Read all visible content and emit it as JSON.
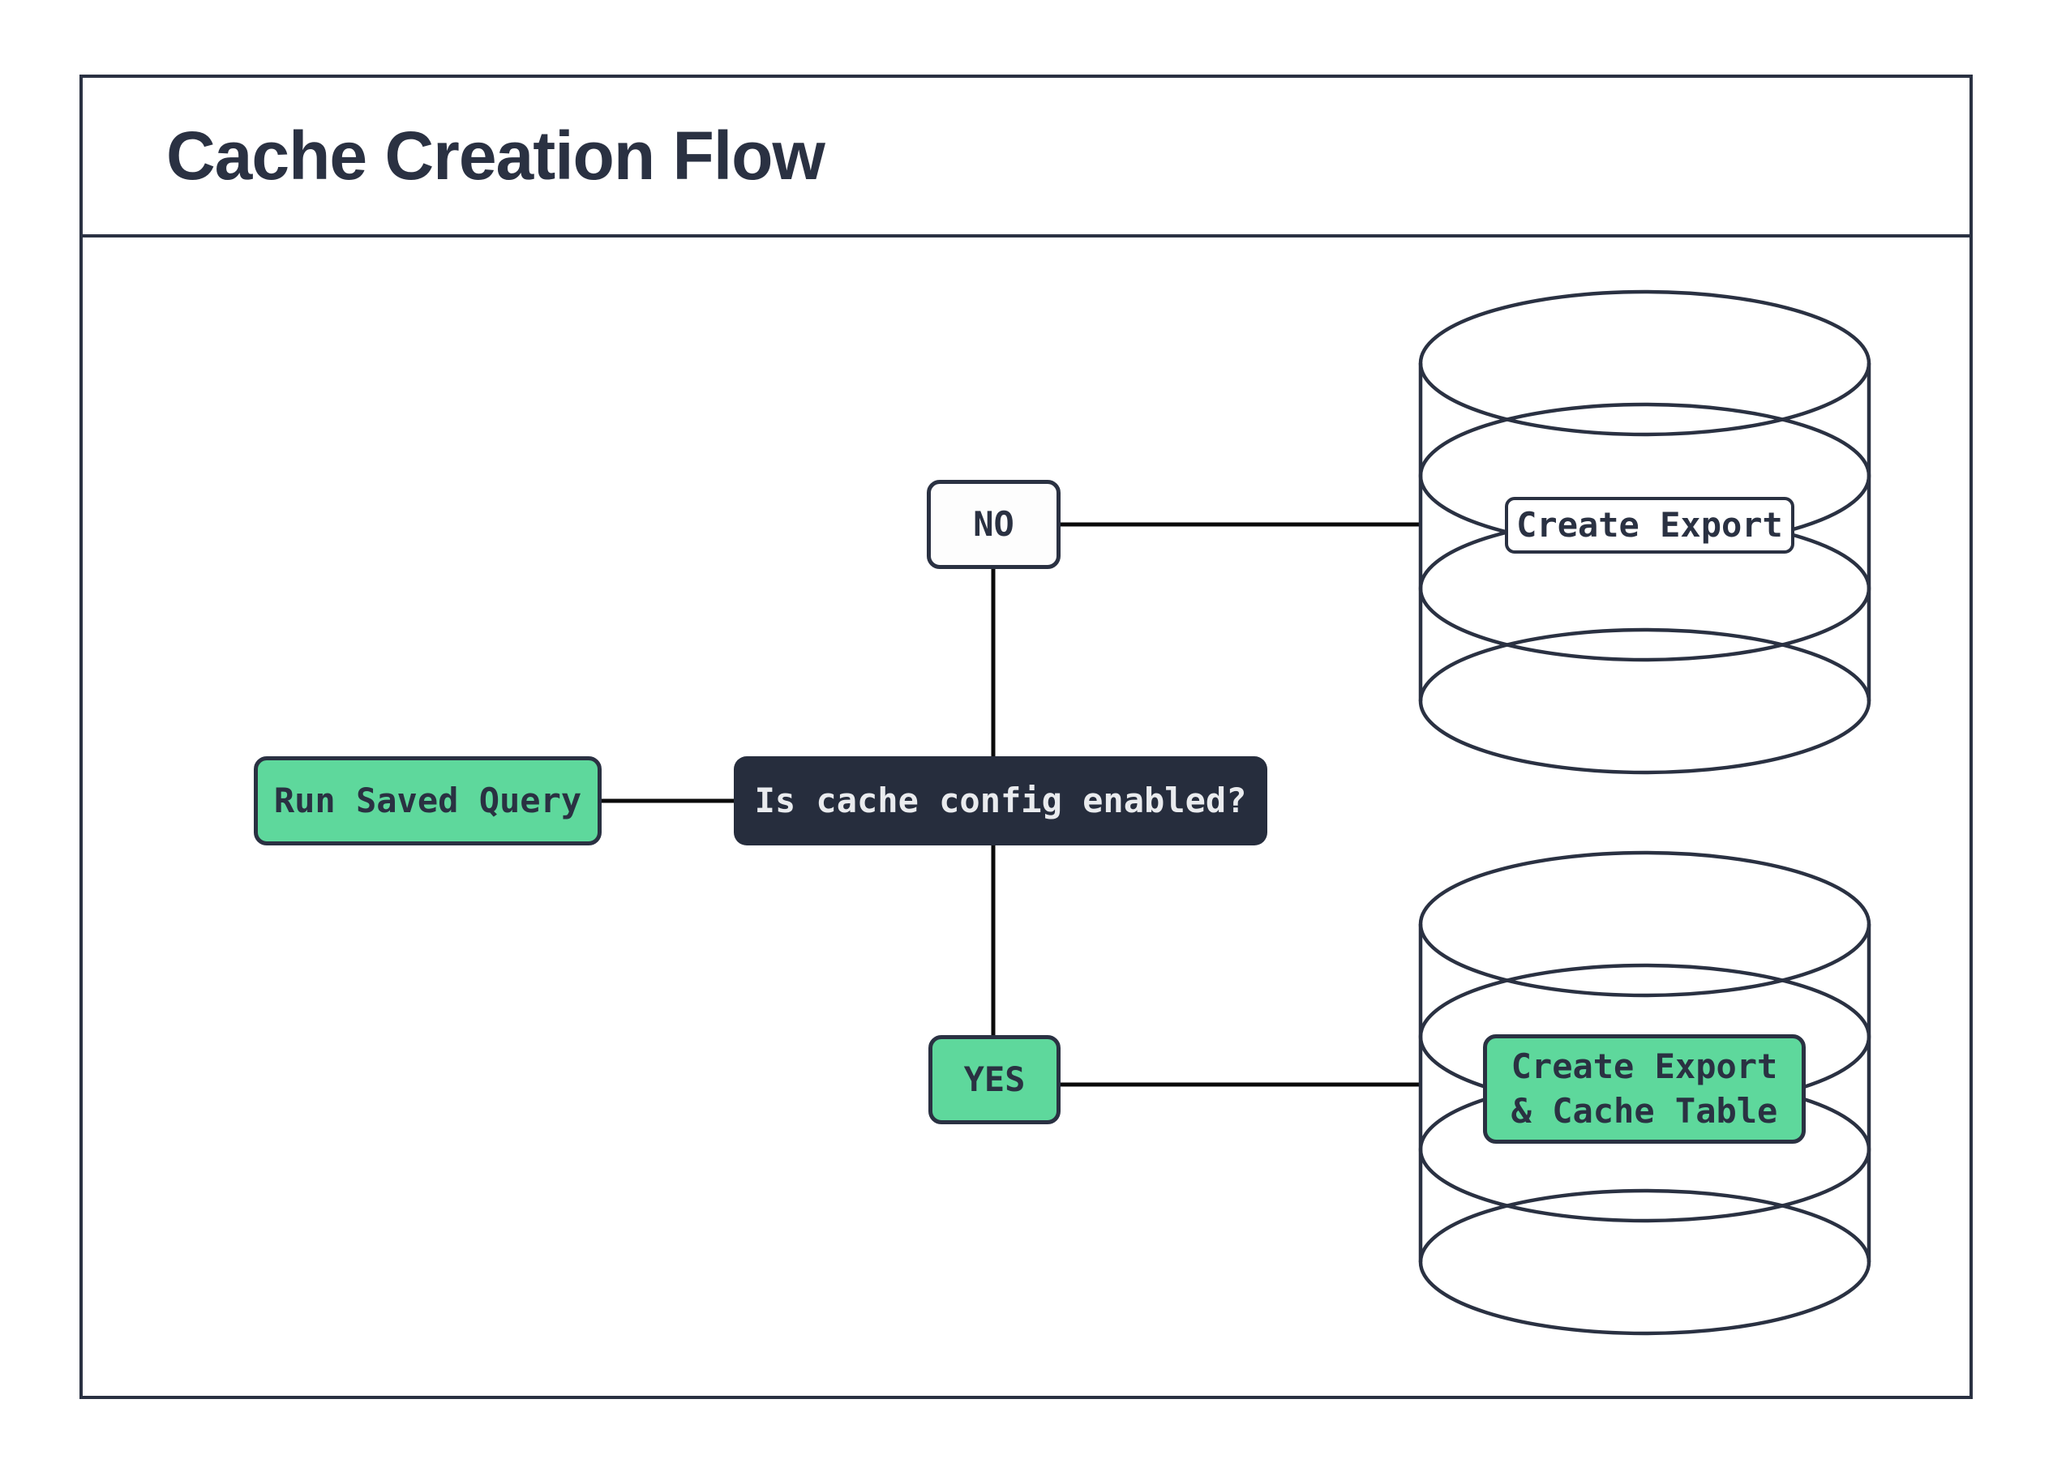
{
  "title": "Cache Creation Flow",
  "flow": {
    "start": {
      "label": "Run Saved Query"
    },
    "decision": {
      "label": "Is cache config enabled?"
    },
    "branch_no": {
      "label": "NO"
    },
    "branch_yes": {
      "label": "YES"
    },
    "outcome_no": {
      "label": "Create Export"
    },
    "outcome_yes": {
      "line1": "Create Export",
      "line2": "& Cache Table"
    }
  },
  "icons": {
    "top_right": "database-cylinder-icon",
    "bottom_right": "database-cylinder-icon"
  },
  "colors": {
    "background": "#ffffff",
    "ink_navy": "#2a3142",
    "decision_fill": "#262d3d",
    "decision_text": "#e9ebee",
    "accent_green": "#5ed89c",
    "branch_no_fill": "#fdfdfd",
    "connector_black": "#0a0a0a"
  }
}
